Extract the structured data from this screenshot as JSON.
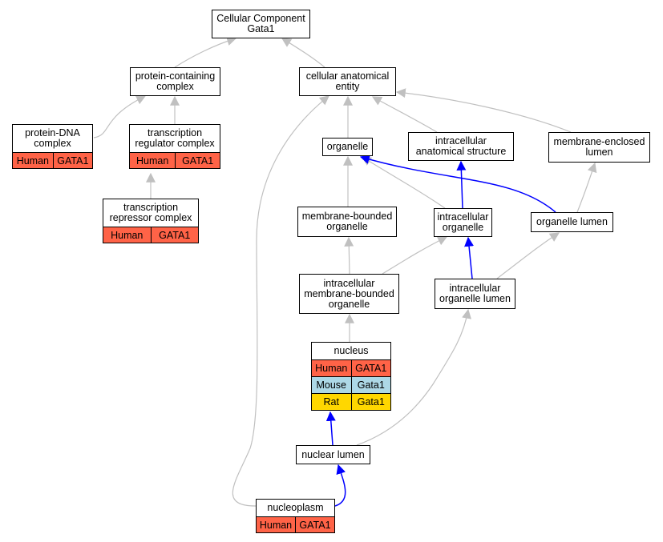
{
  "colors": {
    "edge_gray": "#c0c0c0",
    "edge_blue": "#0000ff",
    "human": "#ff6347",
    "mouse": "#add8e6",
    "rat": "#ffd700"
  },
  "nodes": {
    "root": {
      "label": "Cellular Component\nGata1"
    },
    "protein_containing_complex": {
      "label": "protein-containing\ncomplex"
    },
    "cellular_anatomical_entity": {
      "label": "cellular anatomical\nentity"
    },
    "protein_dna_complex": {
      "label": "protein-DNA\ncomplex",
      "annotations": [
        {
          "species": "Human",
          "gene": "GATA1"
        }
      ]
    },
    "transcription_regulator_complex": {
      "label": "transcription\nregulator complex",
      "annotations": [
        {
          "species": "Human",
          "gene": "GATA1"
        }
      ]
    },
    "transcription_repressor_complex": {
      "label": "transcription\nrepressor complex",
      "annotations": [
        {
          "species": "Human",
          "gene": "GATA1"
        }
      ]
    },
    "organelle": {
      "label": "organelle"
    },
    "intracellular_anatomical_structure": {
      "label": "intracellular\nanatomical structure"
    },
    "membrane_enclosed_lumen": {
      "label": "membrane-enclosed\nlumen"
    },
    "membrane_bounded_organelle": {
      "label": "membrane-bounded\norganelle"
    },
    "intracellular_organelle": {
      "label": "intracellular\norganelle"
    },
    "organelle_lumen": {
      "label": "organelle lumen"
    },
    "intracellular_membrane_bounded_organelle": {
      "label": "intracellular\nmembrane-bounded\norganelle"
    },
    "intracellular_organelle_lumen": {
      "label": "intracellular\norganelle lumen"
    },
    "nucleus": {
      "label": "nucleus",
      "annotations": [
        {
          "species": "Human",
          "gene": "GATA1"
        },
        {
          "species": "Mouse",
          "gene": "Gata1"
        },
        {
          "species": "Rat",
          "gene": "Gata1"
        }
      ]
    },
    "nuclear_lumen": {
      "label": "nuclear lumen"
    },
    "nucleoplasm": {
      "label": "nucleoplasm",
      "annotations": [
        {
          "species": "Human",
          "gene": "GATA1"
        }
      ]
    }
  },
  "edges": [
    {
      "from": "protein_containing_complex",
      "to": "root",
      "type": "is_a"
    },
    {
      "from": "cellular_anatomical_entity",
      "to": "root",
      "type": "is_a"
    },
    {
      "from": "protein_dna_complex",
      "to": "protein_containing_complex",
      "type": "is_a"
    },
    {
      "from": "transcription_regulator_complex",
      "to": "protein_containing_complex",
      "type": "is_a"
    },
    {
      "from": "transcription_repressor_complex",
      "to": "transcription_regulator_complex",
      "type": "is_a"
    },
    {
      "from": "organelle",
      "to": "cellular_anatomical_entity",
      "type": "is_a"
    },
    {
      "from": "intracellular_anatomical_structure",
      "to": "cellular_anatomical_entity",
      "type": "is_a"
    },
    {
      "from": "membrane_enclosed_lumen",
      "to": "cellular_anatomical_entity",
      "type": "is_a"
    },
    {
      "from": "nucleoplasm",
      "to": "cellular_anatomical_entity",
      "type": "is_a"
    },
    {
      "from": "membrane_bounded_organelle",
      "to": "organelle",
      "type": "is_a"
    },
    {
      "from": "intracellular_organelle",
      "to": "organelle",
      "type": "is_a"
    },
    {
      "from": "organelle_lumen",
      "to": "organelle",
      "type": "part_of"
    },
    {
      "from": "intracellular_organelle",
      "to": "intracellular_anatomical_structure",
      "type": "part_of"
    },
    {
      "from": "organelle_lumen",
      "to": "membrane_enclosed_lumen",
      "type": "is_a"
    },
    {
      "from": "intracellular_membrane_bounded_organelle",
      "to": "membrane_bounded_organelle",
      "type": "is_a"
    },
    {
      "from": "intracellular_membrane_bounded_organelle",
      "to": "intracellular_organelle",
      "type": "is_a"
    },
    {
      "from": "intracellular_organelle_lumen",
      "to": "intracellular_organelle",
      "type": "part_of"
    },
    {
      "from": "intracellular_organelle_lumen",
      "to": "organelle_lumen",
      "type": "is_a"
    },
    {
      "from": "nucleus",
      "to": "intracellular_membrane_bounded_organelle",
      "type": "is_a"
    },
    {
      "from": "nuclear_lumen",
      "to": "nucleus",
      "type": "part_of"
    },
    {
      "from": "nuclear_lumen",
      "to": "intracellular_organelle_lumen",
      "type": "is_a"
    },
    {
      "from": "nucleoplasm",
      "to": "nuclear_lumen",
      "type": "part_of"
    }
  ]
}
